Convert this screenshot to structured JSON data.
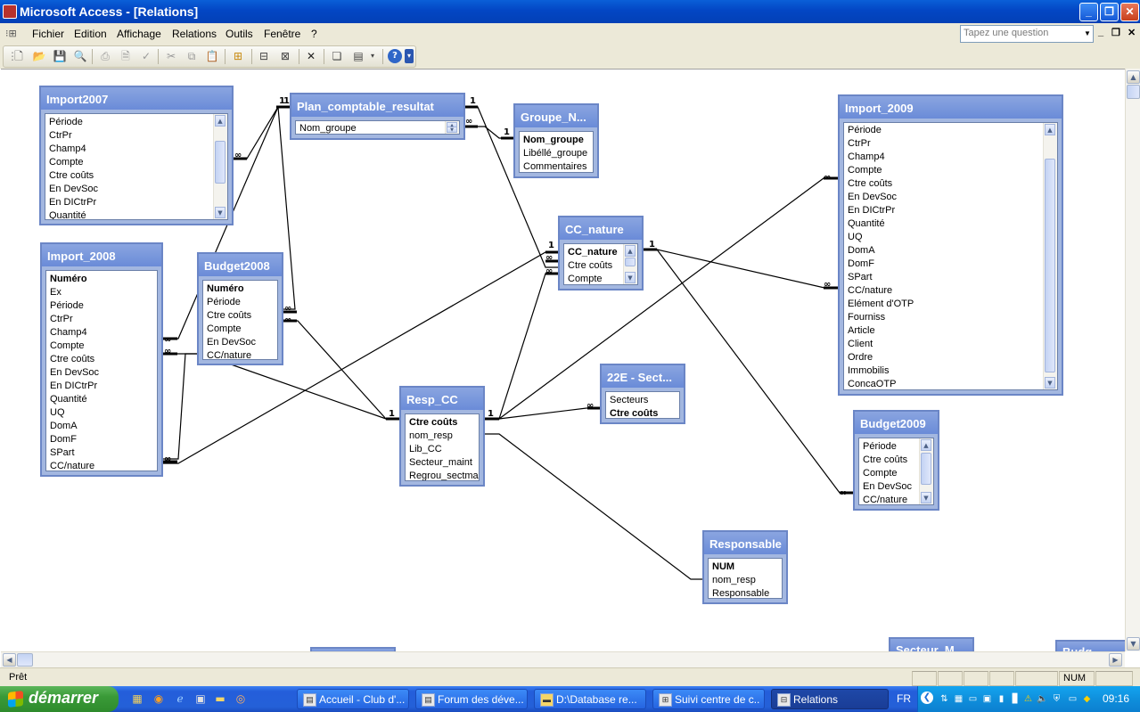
{
  "window": {
    "title": "Microsoft Access - [Relations]"
  },
  "menu": {
    "items": [
      "Fichier",
      "Edition",
      "Affichage",
      "Relations",
      "Outils",
      "Fenêtre",
      "?"
    ]
  },
  "help_box": {
    "placeholder": "Tapez une question"
  },
  "toolbar": {
    "icons": [
      "new-icon",
      "open-icon",
      "save-icon",
      "print-preview-icon",
      "print-icon",
      "preview-icon",
      "spellcheck-icon",
      "cut-icon",
      "copy-icon",
      "paste-icon",
      "show-table-icon",
      "direct-relations-icon",
      "all-relations-icon",
      "delete-icon",
      "new-object-icon",
      "window-icon",
      "help-icon"
    ]
  },
  "tables": {
    "import2007": {
      "title": "Import2007",
      "fields": [
        "Période",
        "CtrPr",
        "Champ4",
        "Compte",
        "Ctre coûts",
        "En DevSoc",
        "En DICtrPr",
        "Quantité"
      ]
    },
    "import2008": {
      "title": "Import_2008",
      "fields": [
        "Numéro",
        "Ex",
        "Période",
        "CtrPr",
        "Champ4",
        "Compte",
        "Ctre coûts",
        "En DevSoc",
        "En DICtrPr",
        "Quantité",
        "UQ",
        "DomA",
        "DomF",
        "SPart",
        "CC/nature"
      ]
    },
    "budget2008": {
      "title": "Budget2008",
      "fields": [
        "Numéro",
        "Période",
        "Ctre coûts",
        "Compte",
        "En DevSoc",
        "CC/nature"
      ]
    },
    "plan": {
      "title": "Plan_comptable_resultat",
      "fields": [
        "Nom_groupe"
      ]
    },
    "groupe": {
      "title": "Groupe_N...",
      "fields": [
        "Nom_groupe",
        "Libéllé_groupe",
        "Commentaires"
      ]
    },
    "ccnature": {
      "title": "CC_nature",
      "fields": [
        "CC_nature",
        "Ctre coûts",
        "Compte"
      ]
    },
    "resp": {
      "title": "Resp_CC",
      "fields": [
        "Ctre coûts",
        "nom_resp",
        "Lib_CC",
        "Secteur_maint",
        "Regrou_sectmain"
      ]
    },
    "secteurs": {
      "title": "22E - Sect...",
      "fields": [
        "Secteurs",
        "Ctre coûts"
      ]
    },
    "import2009": {
      "title": "Import_2009",
      "fields": [
        "Période",
        "CtrPr",
        "Champ4",
        "Compte",
        "Ctre coûts",
        "En DevSoc",
        "En DICtrPr",
        "Quantité",
        "UQ",
        "DomA",
        "DomF",
        "SPart",
        "CC/nature",
        "Elément d'OTP",
        "Fourniss",
        "Article",
        "Client",
        "Ordre",
        "Immobilis",
        "ConcaOTP"
      ]
    },
    "budget2009": {
      "title": "Budget2009",
      "fields": [
        "Période",
        "Ctre coûts",
        "Compte",
        "En DevSoc",
        "CC/nature"
      ]
    },
    "responsable": {
      "title": "Responsable",
      "fields": [
        "NUM",
        "nom_resp",
        "Responsable"
      ]
    },
    "secteur_partial": {
      "title": "Secteur_M..."
    },
    "budget_partial": {
      "title": "Budg..."
    }
  },
  "relation_labels": {
    "one": "1",
    "many": "∞"
  },
  "statusbar": {
    "status": "Prêt",
    "num": "NUM"
  },
  "taskbar": {
    "start": "démarrer",
    "tasks": [
      "Accueil - Club d'...",
      "Forum des déve...",
      "D:\\Database re...",
      "Suivi centre de c...",
      "Relations"
    ],
    "lang": "FR",
    "clock": "09:16"
  },
  "colors": {
    "titlebar": "#0346c4",
    "table_header": "#7b98dc",
    "table_border": "#6b86c6",
    "taskbar": "#245edb",
    "start": "#3a9a38"
  }
}
